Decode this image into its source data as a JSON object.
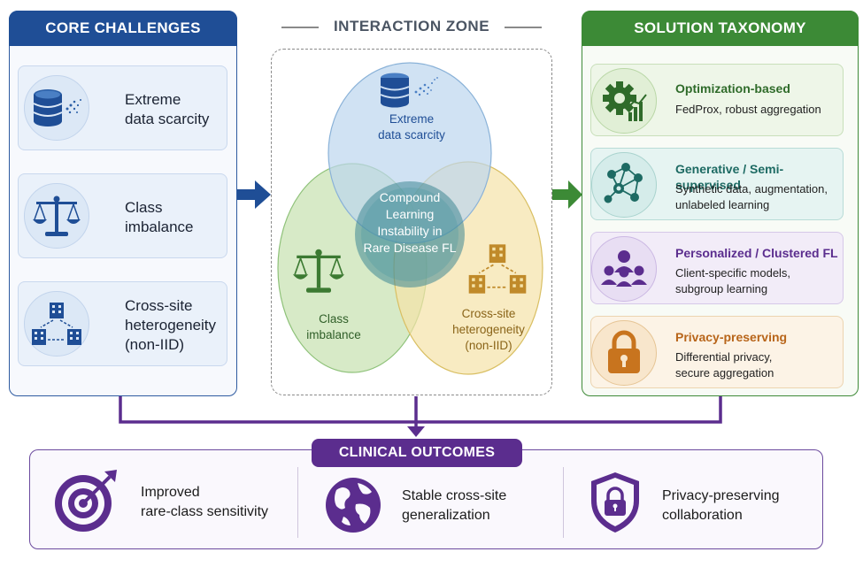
{
  "core_challenges": {
    "title": "CORE CHALLENGES",
    "items": [
      {
        "line1": "Extreme",
        "line2": "data scarcity",
        "line3": "",
        "icon": "database-icon"
      },
      {
        "line1": "Class",
        "line2": "imbalance",
        "line3": "",
        "icon": "scale-icon"
      },
      {
        "line1": "Cross-site",
        "line2": "heterogeneity",
        "line3": "(non-IID)",
        "icon": "sites-network-icon"
      }
    ]
  },
  "interaction_zone": {
    "title": "INTERACTION ZONE",
    "scarcity_line1": "Extreme",
    "scarcity_line2": "data scarcity",
    "imbalance_line1": "Class",
    "imbalance_line2": "imbalance",
    "hetero_line1": "Cross-site",
    "hetero_line2": "heterogeneity",
    "hetero_line3": "(non-IID)",
    "center_line1": "Compound",
    "center_line2": "Learning",
    "center_line3": "Instability in",
    "center_line4": "Rare Disease FL"
  },
  "solution_taxonomy": {
    "title": "SOLUTION TAXONOMY",
    "items": [
      {
        "title": "Optimization-based",
        "desc1": "FedProx, robust aggregation",
        "desc2": "",
        "icon": "gear-chart-icon",
        "color": "#2f6b2a"
      },
      {
        "title": "Generative / Semi-supervised",
        "desc1": "Synthetic data, augmentation,",
        "desc2": "unlabeled learning",
        "icon": "network-nodes-icon",
        "color": "#1d6a63"
      },
      {
        "title": "Personalized / Clustered FL",
        "desc1": "Client-specific models,",
        "desc2": "subgroup learning",
        "icon": "group-users-icon",
        "color": "#5b2d8e"
      },
      {
        "title": "Privacy-preserving",
        "desc1": "Differential privacy,",
        "desc2": "secure aggregation",
        "icon": "padlock-icon",
        "color": "#b8651a"
      }
    ]
  },
  "clinical_outcomes": {
    "title": "CLINICAL OUTCOMES",
    "items": [
      {
        "line1": "Improved",
        "line2": "rare-class sensitivity",
        "icon": "target-icon"
      },
      {
        "line1": "Stable cross-site",
        "line2": "generalization",
        "icon": "globe-icon"
      },
      {
        "line1": "Privacy-preserving",
        "line2": "collaboration",
        "icon": "shield-lock-icon"
      }
    ]
  },
  "colors": {
    "challenge_blue": "#1f4e96",
    "solution_green": "#3c8a36",
    "outcome_purple": "#5b2d8e"
  }
}
